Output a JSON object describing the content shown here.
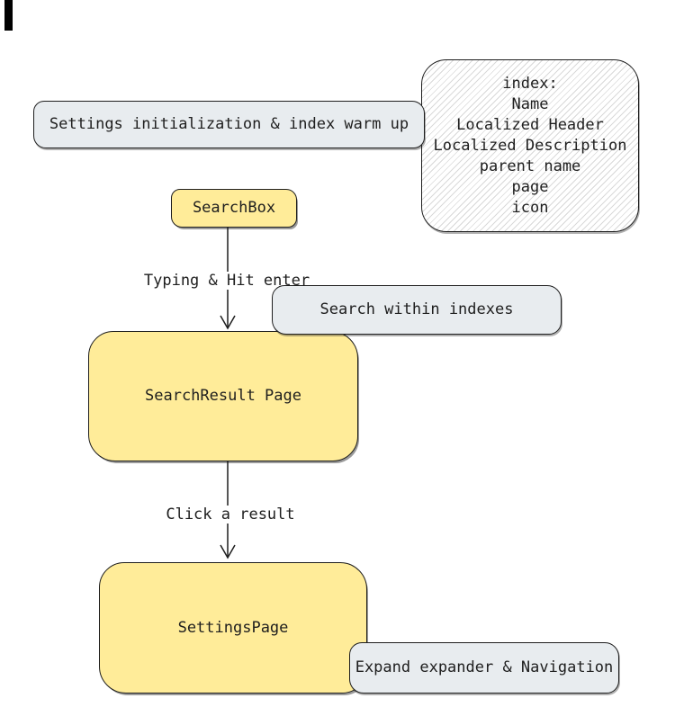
{
  "diagram": {
    "type": "flowchart",
    "nodes": {
      "settings_init": {
        "label": "Settings initialization & index warm up"
      },
      "index_note": {
        "title": "index:",
        "lines": [
          "Name",
          "Localized Header",
          "Localized Description",
          "parent name",
          "page",
          "icon"
        ]
      },
      "search_box": {
        "label": "SearchBox"
      },
      "search_within": {
        "label": "Search within indexes"
      },
      "search_result": {
        "label": "SearchResult Page"
      },
      "settings_page": {
        "label": "SettingsPage"
      },
      "expand_nav": {
        "label": "Expand expander & Navigation"
      }
    },
    "edges": {
      "typing": {
        "label": "Typing & Hit enter"
      },
      "click": {
        "label": "Click a result"
      }
    },
    "colors": {
      "yellow_fill": "#ffec99",
      "gray_fill": "#e8ecef",
      "stroke": "#1e1e1e",
      "hatch_line": "#d9d9d9"
    }
  }
}
